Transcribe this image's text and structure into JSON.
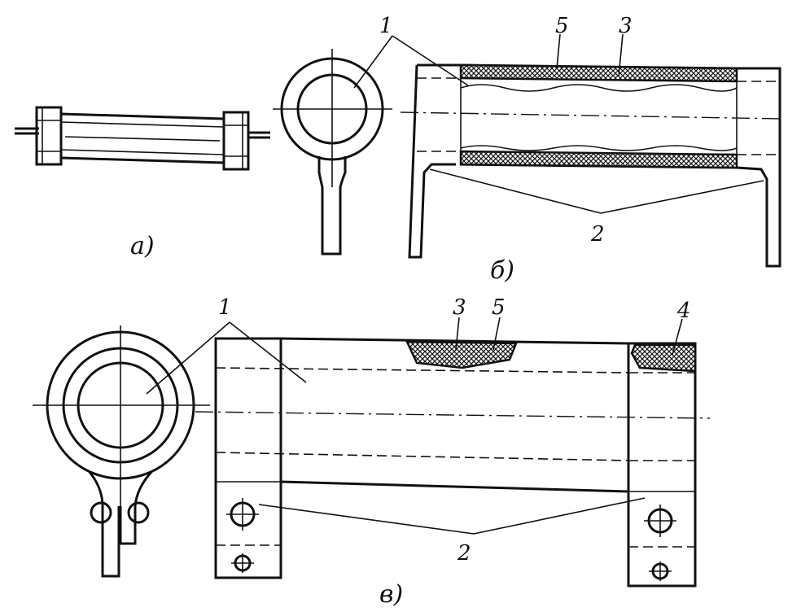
{
  "labels": {
    "a": "а)",
    "b": "б)",
    "v": "в)"
  },
  "callouts": {
    "b_1": "1",
    "b_5": "5",
    "b_3": "3",
    "b_2": "2",
    "v_1": "1",
    "v_3": "3",
    "v_5": "5",
    "v_4": "4",
    "v_2": "2"
  },
  "colors": {
    "ink": "#111111",
    "paper": "#ffffff"
  }
}
